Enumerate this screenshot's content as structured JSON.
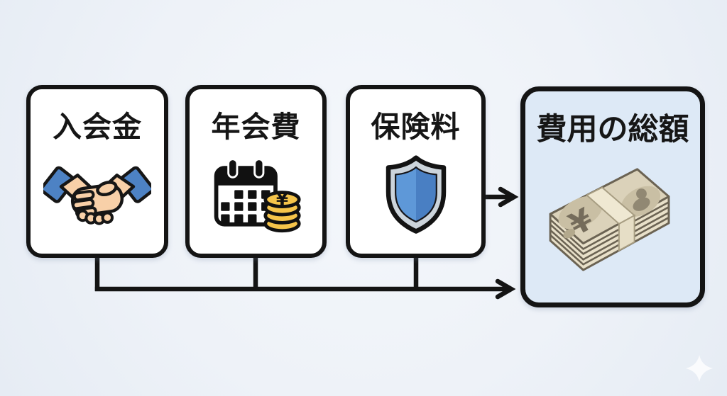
{
  "diagram": {
    "nodes": [
      {
        "label": "入会金",
        "icon": "handshake-icon"
      },
      {
        "label": "年会費",
        "icon": "calendar-yen-icon"
      },
      {
        "label": "保険料",
        "icon": "shield-icon"
      },
      {
        "label": "費用の総額",
        "icon": "money-stack-icon"
      }
    ],
    "connections": [
      {
        "from": "保険料",
        "to": "費用の総額",
        "type": "arrow"
      },
      {
        "from": "入会金 + 年会費 + 保険料",
        "to": "費用の総額",
        "type": "arrow-bus"
      }
    ],
    "colors": {
      "background": "#eef2f8",
      "node_fill": "#ffffff",
      "total_node_fill": "#dde9f6",
      "outline": "#141414",
      "cuff_blue": "#4d82c4",
      "skin": "#f8d0a8",
      "coin_gold": "#f5c44a",
      "shield_silver": "#ccd4db",
      "shield_blue_light": "#5e98d8",
      "shield_blue_dark": "#497fc3",
      "bill_beige": "#dbd2ba",
      "bill_edge": "#6b6353"
    },
    "decorations": [
      {
        "icon": "sparkle-icon",
        "position": "bottom-right"
      }
    ]
  }
}
